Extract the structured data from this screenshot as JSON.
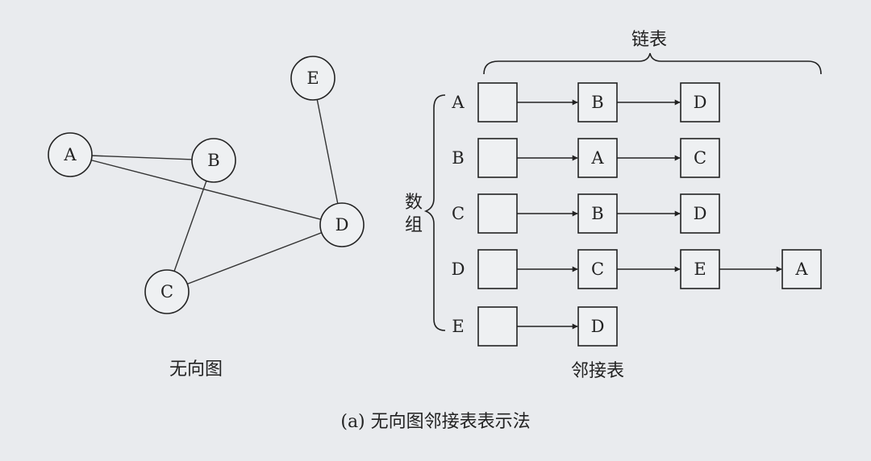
{
  "graph": {
    "caption": "无向图",
    "nodes": [
      {
        "id": "A",
        "label": "A"
      },
      {
        "id": "B",
        "label": "B"
      },
      {
        "id": "C",
        "label": "C"
      },
      {
        "id": "D",
        "label": "D"
      },
      {
        "id": "E",
        "label": "E"
      }
    ],
    "edges": [
      [
        "A",
        "B"
      ],
      [
        "A",
        "D"
      ],
      [
        "B",
        "C"
      ],
      [
        "C",
        "D"
      ],
      [
        "D",
        "E"
      ]
    ]
  },
  "adjacency": {
    "caption": "邻接表",
    "array_label": "数组",
    "list_label": "链表",
    "rows": [
      {
        "head": "A",
        "nodes": [
          "B",
          "D"
        ]
      },
      {
        "head": "B",
        "nodes": [
          "A",
          "C"
        ]
      },
      {
        "head": "C",
        "nodes": [
          "B",
          "D"
        ]
      },
      {
        "head": "D",
        "nodes": [
          "C",
          "E",
          "A"
        ]
      },
      {
        "head": "E",
        "nodes": [
          "D"
        ]
      }
    ]
  },
  "figure_caption": "(a) 无向图邻接表表示法"
}
